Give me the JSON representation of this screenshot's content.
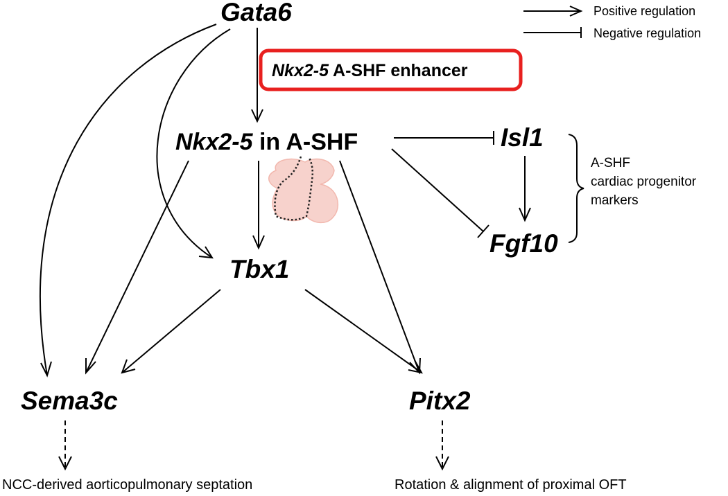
{
  "nodes": {
    "gata6": "Gata6",
    "nkx25_gene": "Nkx2-5",
    "nkx25_suffix": " in A-SHF",
    "isl1": "Isl1",
    "fgf10": "Fgf10",
    "tbx1": "Tbx1",
    "sema3c": "Sema3c",
    "pitx2": "Pitx2"
  },
  "enhancer": {
    "gene": "Nkx2-5",
    "suffix": " A-SHF enhancer",
    "border_color": "#e8201f"
  },
  "legend": {
    "positive": "Positive regulation",
    "negative": "Negative regulation"
  },
  "markers_label": {
    "line1": "A-SHF",
    "line2": "cardiac progenitor",
    "line3": "markers"
  },
  "outcomes": {
    "sema3c_outcome": "NCC-derived aorticopulmonary septation",
    "pitx2_outcome": "Rotation & alignment of proximal OFT"
  },
  "colors": {
    "heart_fill": "#f7d2cc",
    "heart_stroke": "#f2b8ae",
    "line": "#000000"
  }
}
